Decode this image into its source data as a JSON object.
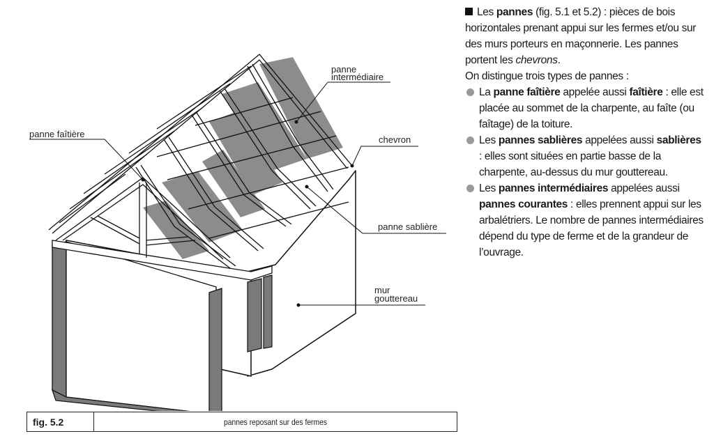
{
  "figure": {
    "labels": {
      "panne_faitiere": "panne faîtière",
      "panne_intermediaire_1": "panne",
      "panne_intermediaire_2": "intermédiaire",
      "chevron": "chevron",
      "panne_sabliere": "panne sablière",
      "mur_gouttereau_1": "mur",
      "mur_gouttereau_2": "gouttereau"
    },
    "caption_number": "fig. 5.2",
    "caption_text": "pannes reposant sur des fermes"
  },
  "text": {
    "intro_term": "Les",
    "intro_bold": "pannes",
    "intro_rest": "(fig. 5.1 et 5.2) : pièces de bois horizontales prenant appui sur les fermes et/ou sur des murs porteurs en maçonnerie. Les pannes portent les",
    "intro_italic": "chevrons",
    "intro_end": ".",
    "types_line": "On distingue trois types de pannes :",
    "items": [
      {
        "pre": "La",
        "bold1": "panne faîtière",
        "mid": "appelée aussi",
        "bold2": "faîtière",
        "rest": ": elle est placée au sommet de la charpente, au faîte (ou faîtage) de la toiture."
      },
      {
        "pre": "Les",
        "bold1": "pannes sablières",
        "mid": "appelées aussi",
        "bold2": "sablières",
        "rest": ": elles sont situées en partie basse de la charpente, au-dessus du mur gouttereau."
      },
      {
        "pre": "Les",
        "bold1": "pannes intermédiaires",
        "mid": "appelées aussi",
        "bold2": "pannes courantes",
        "rest": ": elles prennent appui sur les arbalétriers. Le nombre de pannes intermédiaires dépend du type de ferme et de la grandeur de l’ouvrage."
      }
    ]
  }
}
